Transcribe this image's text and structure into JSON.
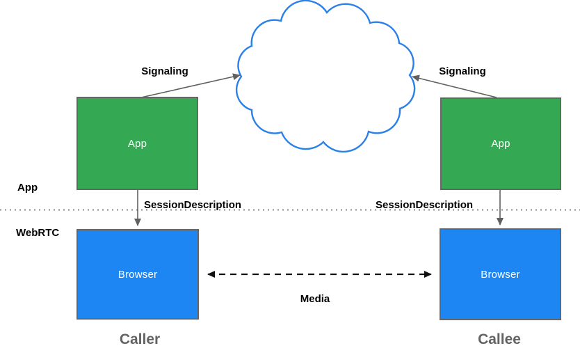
{
  "diagram": {
    "layers": {
      "app_label": "App",
      "webrtc_label": "WebRTC"
    },
    "nodes": {
      "caller_app": "App",
      "callee_app": "App",
      "caller_browser": "Browser",
      "callee_browser": "Browser"
    },
    "edges": {
      "signaling_left": "Signaling",
      "signaling_right": "Signaling",
      "session_description_left": "SessionDescription",
      "session_description_right": "SessionDescription",
      "media": "Media"
    },
    "captions": {
      "caller": "Caller",
      "callee": "Callee"
    },
    "colors": {
      "app_box": "#35a853",
      "browser_box": "#1e86f2",
      "cloud_stroke": "#2a80e8",
      "arrow_gray": "#606060",
      "media_black": "#111111",
      "box_border": "#666666",
      "dotted_line": "#8a8a8a",
      "caption_gray": "#636363"
    }
  }
}
